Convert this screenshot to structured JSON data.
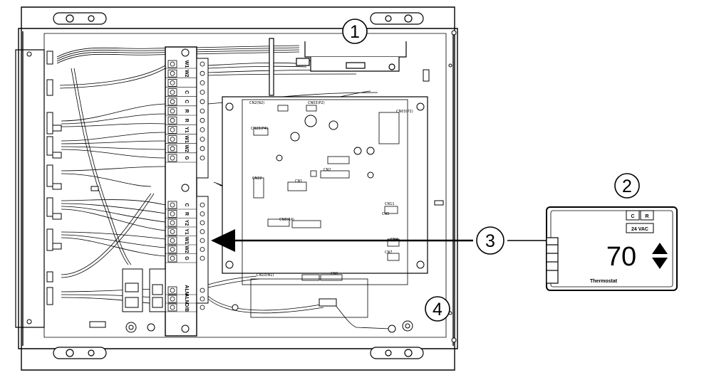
{
  "callouts": [
    "1",
    "2",
    "3",
    "4"
  ],
  "terminal_strip_upper": [
    "W1",
    "W2",
    "",
    "C",
    "C",
    "R",
    "R",
    "Y1",
    "W1",
    "W2",
    "G"
  ],
  "terminal_strip_lower": [
    "C",
    "R",
    "Y2",
    "Y1",
    "W1",
    "W2",
    "G"
  ],
  "terminal_strip_bottom": [
    "ALM",
    "ALM",
    "O/B"
  ],
  "connector_labels": [
    "CN2(N2)",
    "CN03(P2)",
    "CN3",
    "CN20(P4)",
    "CN22",
    "CN1",
    "CN2",
    "CN11",
    "CN5",
    "CN4",
    "CN7",
    "CN8(R4)",
    "CN6",
    "CN03(P2)",
    "CN10(N1)"
  ],
  "thermostat": {
    "badge_c": "C",
    "badge_r": "R",
    "voltage": "24 VAC",
    "temperature": "70",
    "label": "Thermostat"
  }
}
